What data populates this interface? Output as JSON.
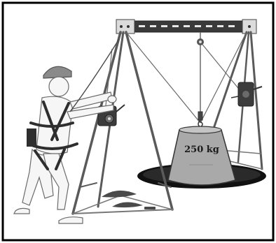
{
  "illustration": {
    "load_label": "250 kg",
    "colors": {
      "border": "#000000",
      "beam": "#3a3a3a",
      "beam_dash": "#e8e8e8",
      "leg": "#5a5a5a",
      "weight_fill": "#a9a9a9",
      "hole": "#111111",
      "person_stroke": "#6b6b6b",
      "harness": "#2e2e2e"
    },
    "icons": [
      "tripod-frame",
      "person-in-harness",
      "winch",
      "suspended-weight",
      "manhole-opening"
    ]
  }
}
